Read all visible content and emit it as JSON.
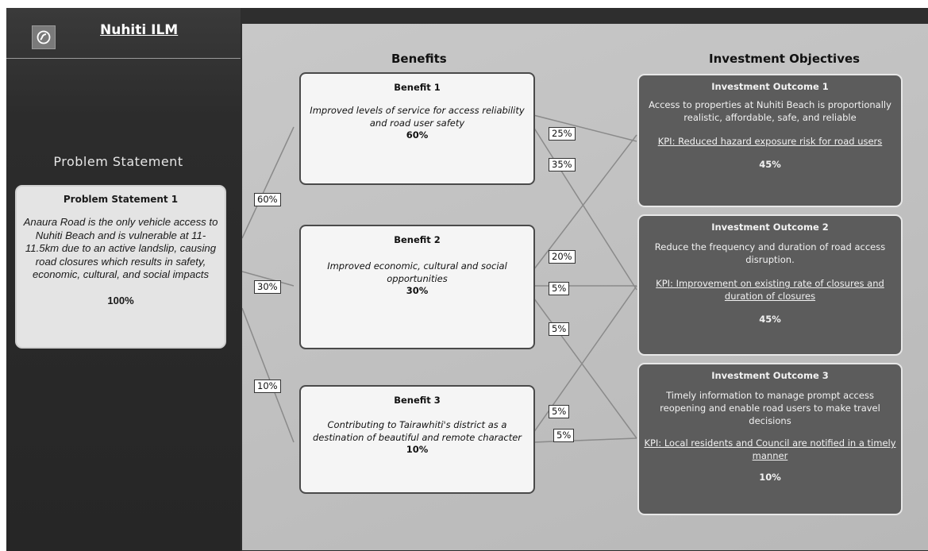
{
  "app": {
    "title": "Nuhiti ILM",
    "logo_icon": "s-swirl-logo-icon"
  },
  "problem": {
    "heading": "Problem Statement",
    "box_title": "Problem Statement 1",
    "text": "Anaura Road is the only vehicle access to Nuhiti Beach and is vulnerable at 11-11.5km due to an active landslip, causing road closures which results in safety, economic, cultural, and social impacts",
    "percent": "100%"
  },
  "benefits_heading": "Benefits",
  "objectives_heading": "Investment Objectives",
  "benefits": [
    {
      "title": "Benefit 1",
      "text": "Improved levels of service for access reliability and road user safety",
      "percent": "60%"
    },
    {
      "title": "Benefit 2",
      "text": "Improved economic, cultural and social opportunities",
      "percent": "30%"
    },
    {
      "title": "Benefit 3",
      "text": "Contributing to Tairawhiti's district as a destination of beautiful and remote character",
      "percent": "10%"
    }
  ],
  "outcomes": [
    {
      "title": "Investment Outcome 1",
      "text": "Access to properties at Nuhiti Beach is proportionally realistic, affordable, safe, and reliable",
      "kpi": "KPI: Reduced hazard exposure risk for road users",
      "percent": "45%"
    },
    {
      "title": "Investment Outcome 2",
      "text": "Reduce the frequency and duration of road access disruption.",
      "kpi": "KPI: Improvement on existing rate of closures and duration of closures",
      "percent": "45%"
    },
    {
      "title": "Investment Outcome 3",
      "text": "Timely information to manage prompt access reopening and enable road users to make travel decisions",
      "kpi": "KPI: Local residents and Council are notified in a timely manner",
      "percent": "10%"
    }
  ],
  "problem_to_benefit_weights": [
    "60%",
    "30%",
    "10%"
  ],
  "benefit_to_outcome_weights": {
    "b1": [
      "25%",
      "35%"
    ],
    "b2": [
      "20%",
      "5%",
      "5%"
    ],
    "b3": [
      "5%",
      "5%"
    ]
  }
}
